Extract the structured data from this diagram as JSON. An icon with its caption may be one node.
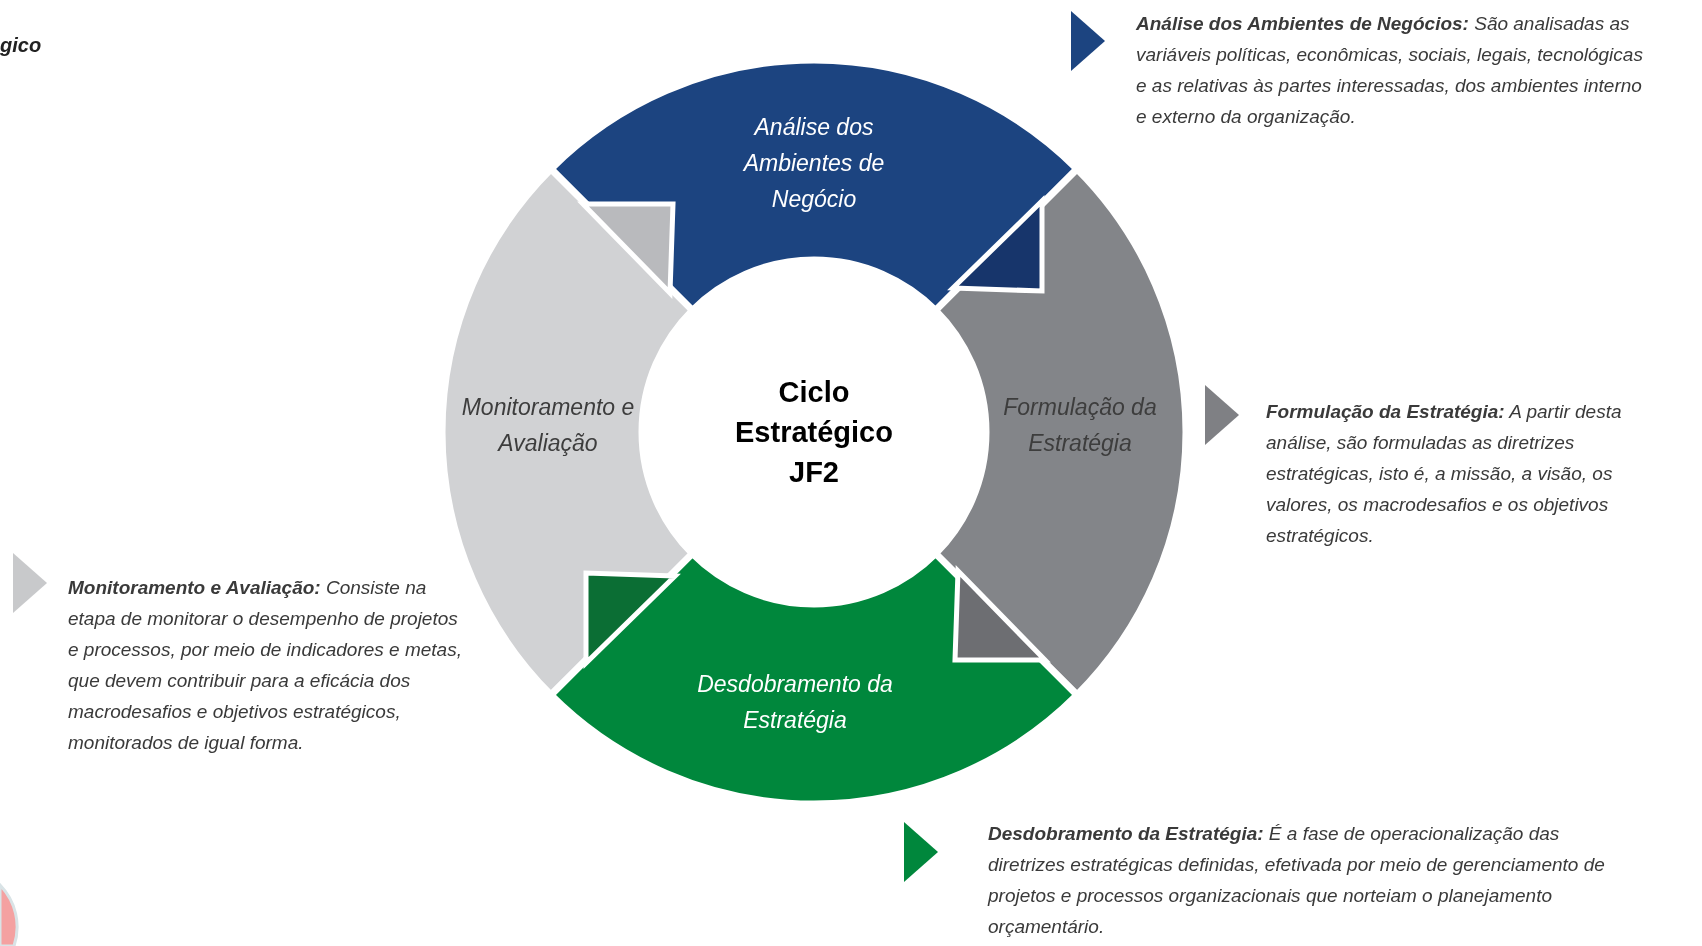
{
  "diagram": {
    "nodes": [
      {
        "text": [
          "Análise dos Ambientes de Negócio"
        ]
      },
      {
        "text": [
          "Monitoramento e Avaliação"
        ]
      },
      {
        "text": [
          "Ciclo Estratégico JF2"
        ]
      },
      {
        "text": [
          "Formulação da Estratégia"
        ]
      },
      {
        "text": [
          "Desdobramento da Estratégia"
        ]
      }
    ],
    "labels": [
      "gico",
      "**Análise dos Ambientes de Negócios:** São analisadas as variáveis políticas, econômicas, sociais, legais, tecnológicas e as relativas às partes interessadas, dos ambientes interno e externo da organização.",
      "**Formulação da Estratégia:** A partir desta análise, são formuladas as diretrizes estratégicas, isto é, a missão, a visão, os valores, os macrodesafios e os objetivos estratégicos.",
      "**Monitoramento e Avaliação:** Consiste na etapa de monitorar o desempenho de projetos e processos, por meio de indicadores e metas, que devem contribuir para a eficácia dos macrodesafios e objetivos estratégicos, monitorados de igual forma.",
      "**Desdobramento da Estratégia:** É a fase de operacionalização das diretrizes estratégicas definidas, efetivada por meio de gerenciamento de projetos e processos organizacionais que norteiam o planejamento orçamentário."
    ]
  }
}
